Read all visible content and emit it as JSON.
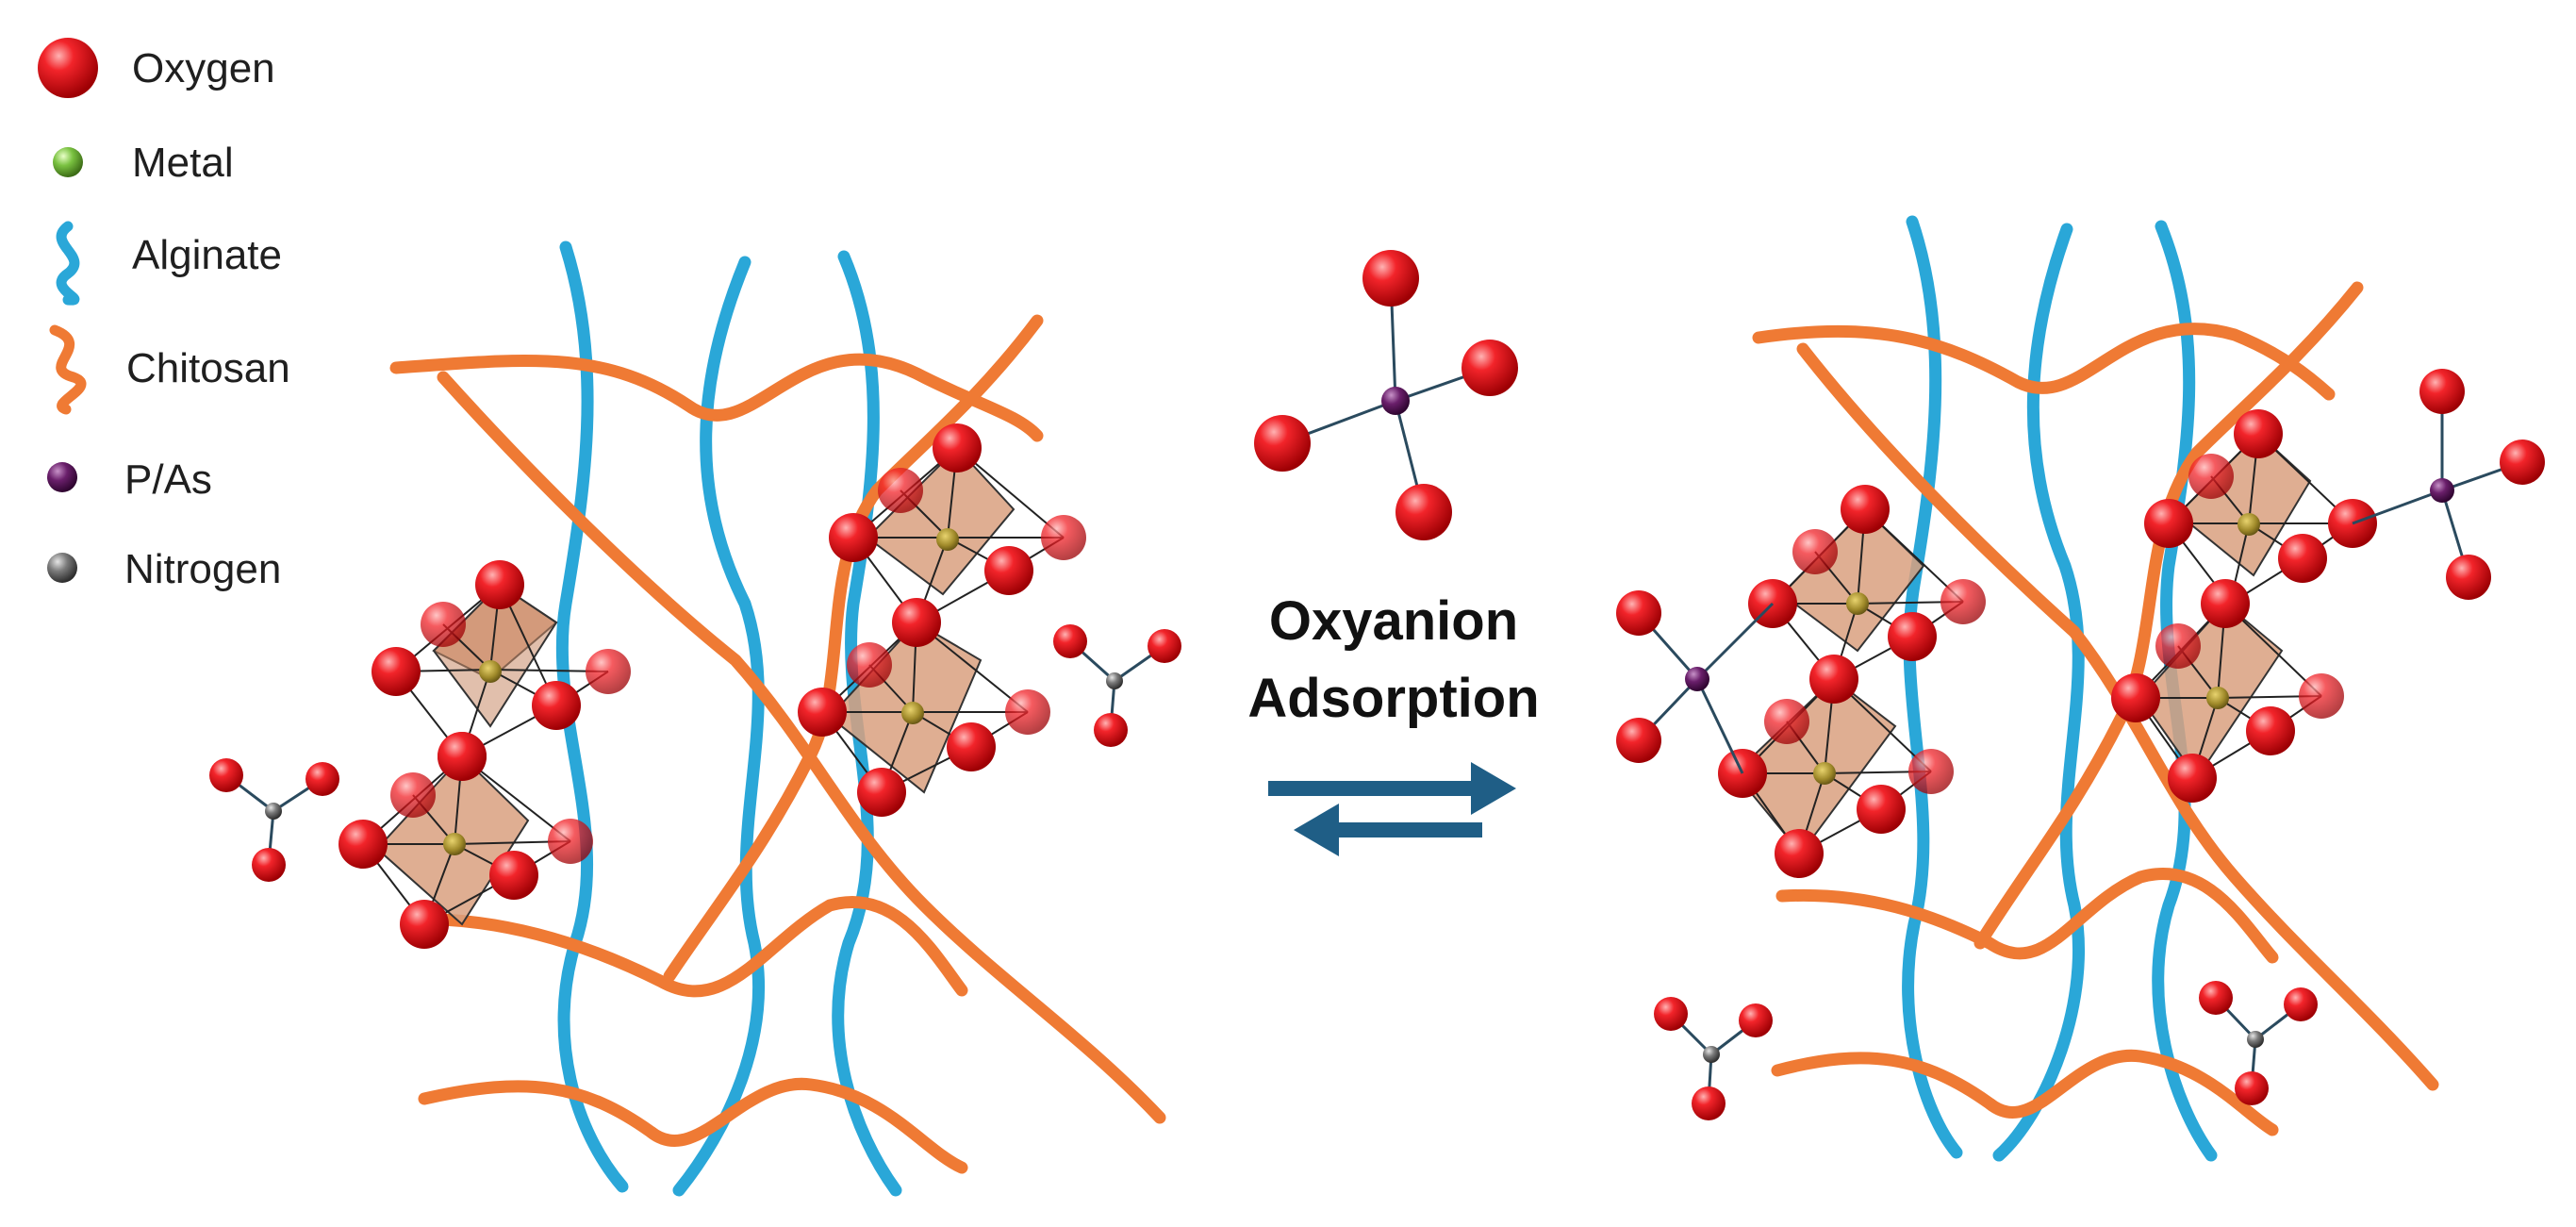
{
  "legend": {
    "oxygen": "Oxygen",
    "metal": "Metal",
    "alginate": "Alginate",
    "chitosan": "Chitosan",
    "pas": "P/As",
    "nitrogen": "Nitrogen"
  },
  "center": {
    "line1": "Oxyanion",
    "line2": "Adsorption"
  },
  "colors": {
    "oxygen": "#e8151b",
    "metal": "#7ac241",
    "alginate": "#2aa7d8",
    "chitosan": "#ef7a34",
    "pas": "#6a1f6b",
    "nitrogen": "#6b6b6b",
    "octahedron_fill": "#d9a07f",
    "arrow": "#1f5e86"
  }
}
